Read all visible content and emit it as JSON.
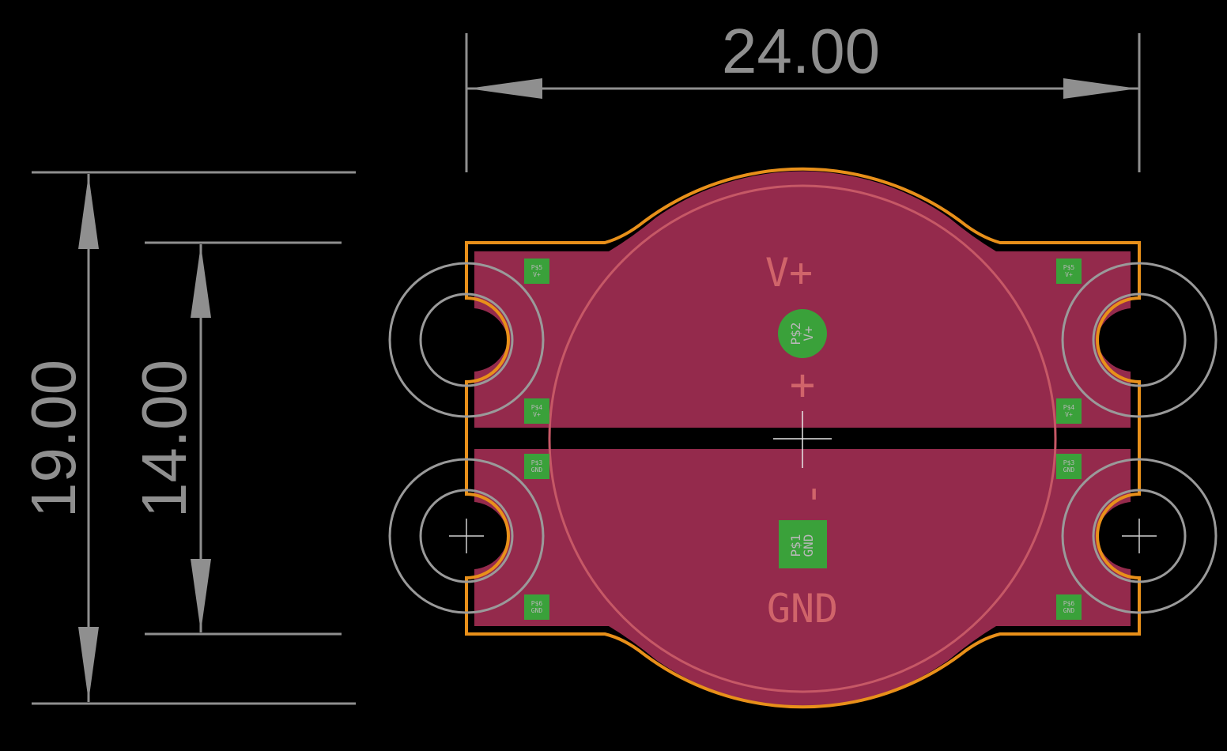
{
  "dimensions": {
    "width_label": "24.00",
    "height_outer_label": "19.00",
    "height_inner_label": "14.00"
  },
  "silkscreen": {
    "positive_label": "V+",
    "plus_symbol": "+",
    "minus_symbol": "-",
    "negative_label": "GND"
  },
  "pads": {
    "center_top": {
      "name": "P$2",
      "net": "V+"
    },
    "center_bottom": {
      "name": "P$1",
      "net": "GND"
    },
    "p5": {
      "name": "P$5",
      "net": "V+"
    },
    "p4": {
      "name": "P$4",
      "net": "V+"
    },
    "p3": {
      "name": "P$3",
      "net": "GND"
    },
    "p6": {
      "name": "P$6",
      "net": "GND"
    }
  },
  "colors": {
    "background": "#000000",
    "dimension": "#8f8f8f",
    "board_outline": "#e8901a",
    "copper_fill": "#942a4c",
    "silkscreen": "#d0646a",
    "pad": "#3aa13a"
  }
}
